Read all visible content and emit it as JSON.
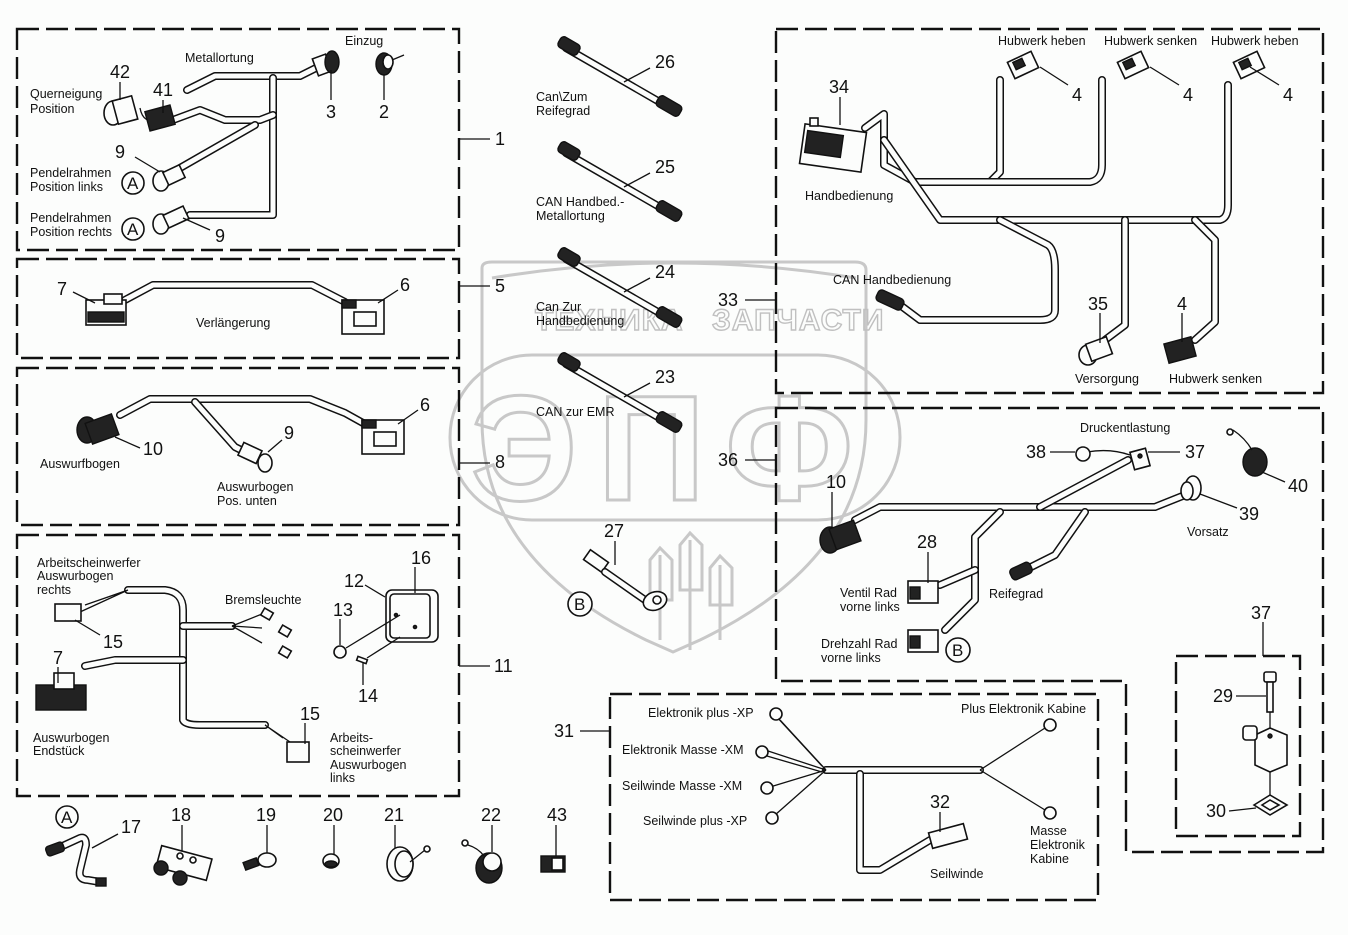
{
  "watermark": {
    "brand_left": "ТЕХНИКА",
    "brand_right": "ЗАПЧАСТИ",
    "logo_letters": "ЭПФ"
  },
  "groups": [
    {
      "id": "1",
      "label": "1"
    },
    {
      "id": "5",
      "label": "5"
    },
    {
      "id": "8",
      "label": "8"
    },
    {
      "id": "11",
      "label": "11"
    },
    {
      "id": "33",
      "label": "33"
    },
    {
      "id": "36",
      "label": "36"
    },
    {
      "id": "31",
      "label": "31"
    }
  ],
  "group1": {
    "labels": {
      "metallortung": "Metallortung",
      "einzug": "Einzug",
      "querneigung_1": "Querneigung",
      "querneigung_2": "Position",
      "pendel_links_1": "Pendelrahmen",
      "pendel_links_2": "Position links",
      "pendel_rechts_1": "Pendelrahmen",
      "pendel_rechts_2": "Position rechts"
    },
    "parts": {
      "p42": "42",
      "p41": "41",
      "p3": "3",
      "p2": "2",
      "p9a": "9",
      "p9b": "9"
    },
    "refs": {
      "a1": "A",
      "a2": "A"
    }
  },
  "group5": {
    "labels": {
      "verlaengerung": "Verlängerung"
    },
    "parts": {
      "p7": "7",
      "p6": "6"
    }
  },
  "group8": {
    "labels": {
      "auswurfbogen": "Auswurfbogen",
      "pos_unten_1": "Auswurbogen",
      "pos_unten_2": "Pos. unten"
    },
    "parts": {
      "p10": "10",
      "p9": "9",
      "p6": "6"
    }
  },
  "group11": {
    "labels": {
      "aws_rechts_1": "Arbeitscheinwerfer",
      "aws_rechts_2": "Auswurbogen",
      "aws_rechts_3": "rechts",
      "bremsleuchte": "Bremsleuchte",
      "endstueck_1": "Auswurbogen",
      "endstueck_2": "Endstück",
      "aws_links_1": "Arbeits-",
      "aws_links_2": "scheinwerfer",
      "aws_links_3": "Auswurbogen",
      "aws_links_4": "links"
    },
    "parts": {
      "p15a": "15",
      "p7": "7",
      "p16": "16",
      "p12": "12",
      "p13": "13",
      "p14": "14",
      "p15b": "15"
    }
  },
  "cables": [
    {
      "num": "26",
      "label_1": "Can\\Zum",
      "label_2": "Reifegrad"
    },
    {
      "num": "25",
      "label_1": "CAN Handbed.-",
      "label_2": "Metallortung"
    },
    {
      "num": "24",
      "label_1": "Can Zur",
      "label_2": "Handbedienung"
    },
    {
      "num": "23",
      "label_1": "CAN zur EMR",
      "label_2": ""
    }
  ],
  "part27": {
    "num": "27",
    "ref": "B"
  },
  "group33": {
    "labels": {
      "hub_heben_1": "Hubwerk heben",
      "hub_senken_1": "Hubwerk senken",
      "hub_heben_2": "Hubwerk heben",
      "handbedienung": "Handbedienung",
      "can_handbedienung": "CAN Handbedienung",
      "versorgung": "Versorgung",
      "hub_senken_2": "Hubwerk senken"
    },
    "parts": {
      "p34": "34",
      "p4a": "4",
      "p4b": "4",
      "p4c": "4",
      "p35": "35",
      "p4d": "4"
    }
  },
  "group36": {
    "labels": {
      "druckentlastung": "Druckentlastung",
      "vorsatz": "Vorsatz",
      "reifegrad": "Reifegrad",
      "ventil_1": "Ventil Rad",
      "ventil_2": "vorne links",
      "drehzahl_1": "Drehzahl Rad",
      "drehzahl_2": "vorne links"
    },
    "parts": {
      "p38": "38",
      "p37": "37",
      "p40": "40",
      "p10": "10",
      "p39": "39",
      "p28": "28"
    },
    "refs": {
      "b": "B"
    }
  },
  "group37": {
    "parts": {
      "p37": "37",
      "p29": "29",
      "p30": "30"
    }
  },
  "group31": {
    "labels": {
      "el_plus": "Elektronik plus -XP",
      "el_masse": "Elektronik Masse -XM",
      "sw_masse": "Seilwinde Masse -XM",
      "sw_plus": "Seilwinde plus -XP",
      "plus_kabine": "Plus Elektronik Kabine",
      "masse_kabine_1": "Masse",
      "masse_kabine_2": "Elektronik",
      "masse_kabine_3": "Kabine",
      "seilwinde": "Seilwinde"
    },
    "parts": {
      "p32": "32"
    }
  },
  "loose_parts": [
    {
      "num": "17",
      "ref": "A"
    },
    {
      "num": "18"
    },
    {
      "num": "19"
    },
    {
      "num": "20"
    },
    {
      "num": "21"
    },
    {
      "num": "22"
    },
    {
      "num": "43"
    }
  ]
}
